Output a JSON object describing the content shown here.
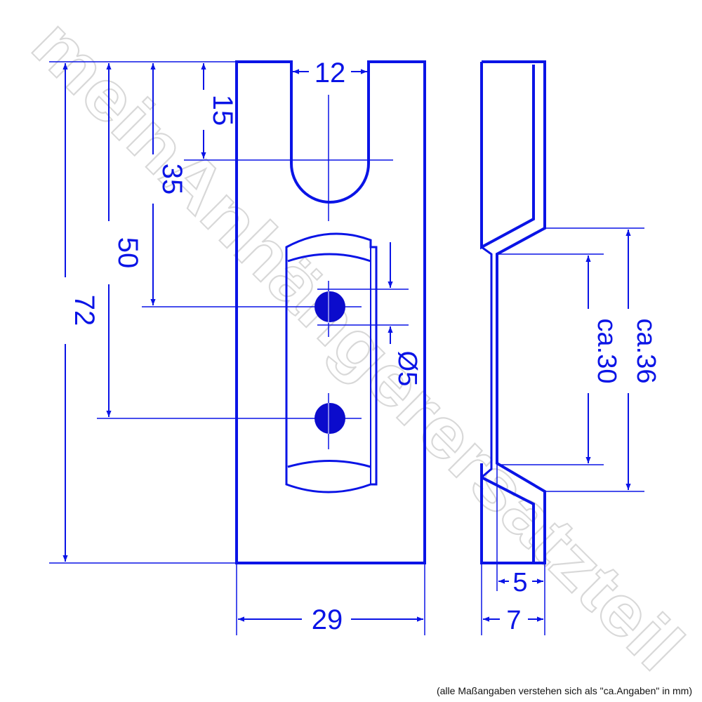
{
  "colors": {
    "line": "#0a14e6",
    "hole": "#0b0bcc",
    "watermark": "#d8d8d8",
    "text": "#111111"
  },
  "watermark": "meinAnhängerersatzteil",
  "dimensions": {
    "slot_width": "12",
    "slot_depth": "15",
    "hole1_position": "35",
    "hole2_position": "50",
    "total_height": "72",
    "hole_diameter": "Ø5",
    "total_width": "29",
    "offset_height_inner": "ca.30",
    "offset_height_outer": "ca.36",
    "thickness_inner": "5",
    "thickness_outer": "7"
  },
  "footnote": "(alle Maßangaben verstehen sich als \"ca.Angaben\" in mm)"
}
